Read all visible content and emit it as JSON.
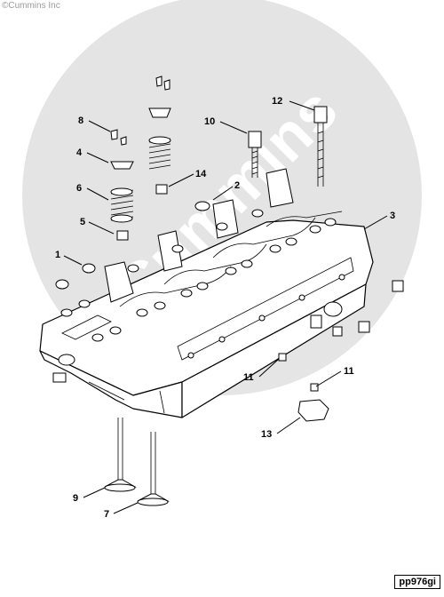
{
  "watermark": {
    "text": "Cummins"
  },
  "copyright": "©Cummins Inc",
  "figure_id": "pp976gi",
  "callouts": {
    "c1": "1",
    "c2": "2",
    "c3": "3",
    "c4": "4",
    "c5": "5",
    "c6": "6",
    "c7": "7",
    "c8": "8",
    "c9": "9",
    "c10": "10",
    "c11a": "11",
    "c11b": "11",
    "c12": "12",
    "c13": "13",
    "c14": "14"
  }
}
